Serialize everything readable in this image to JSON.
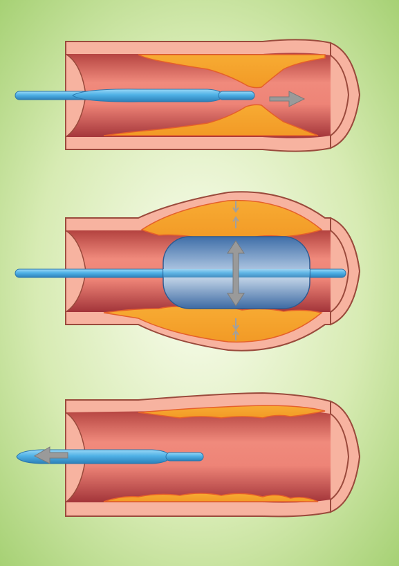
{
  "colors": {
    "background_center": "#fbfdf0",
    "background_edge": "#9fcd6b",
    "vessel_wall": "#f7b3a0",
    "vessel_outline": "#9a4a3c",
    "lumen_light": "#f08a7c",
    "lumen_dark": "#a83a3c",
    "plaque": "#f4a12c",
    "plaque_edge": "#e5602a",
    "catheter": "#5bb6e6",
    "catheter_dark": "#2f86c0",
    "balloon": "#6f99c8",
    "arrow": "#9a9a9a"
  },
  "panels": [
    {
      "stage": "insertion",
      "direction_arrow": "right",
      "balloon_state": "deflated"
    },
    {
      "stage": "inflation",
      "direction_arrow": "vertical-double",
      "balloon_state": "inflated"
    },
    {
      "stage": "withdrawal",
      "direction_arrow": "left",
      "balloon_state": "deflated"
    }
  ],
  "icons": [
    "arrow-right-icon",
    "arrow-up-down-icon",
    "arrow-left-icon",
    "small-pressure-arrow-icon"
  ]
}
